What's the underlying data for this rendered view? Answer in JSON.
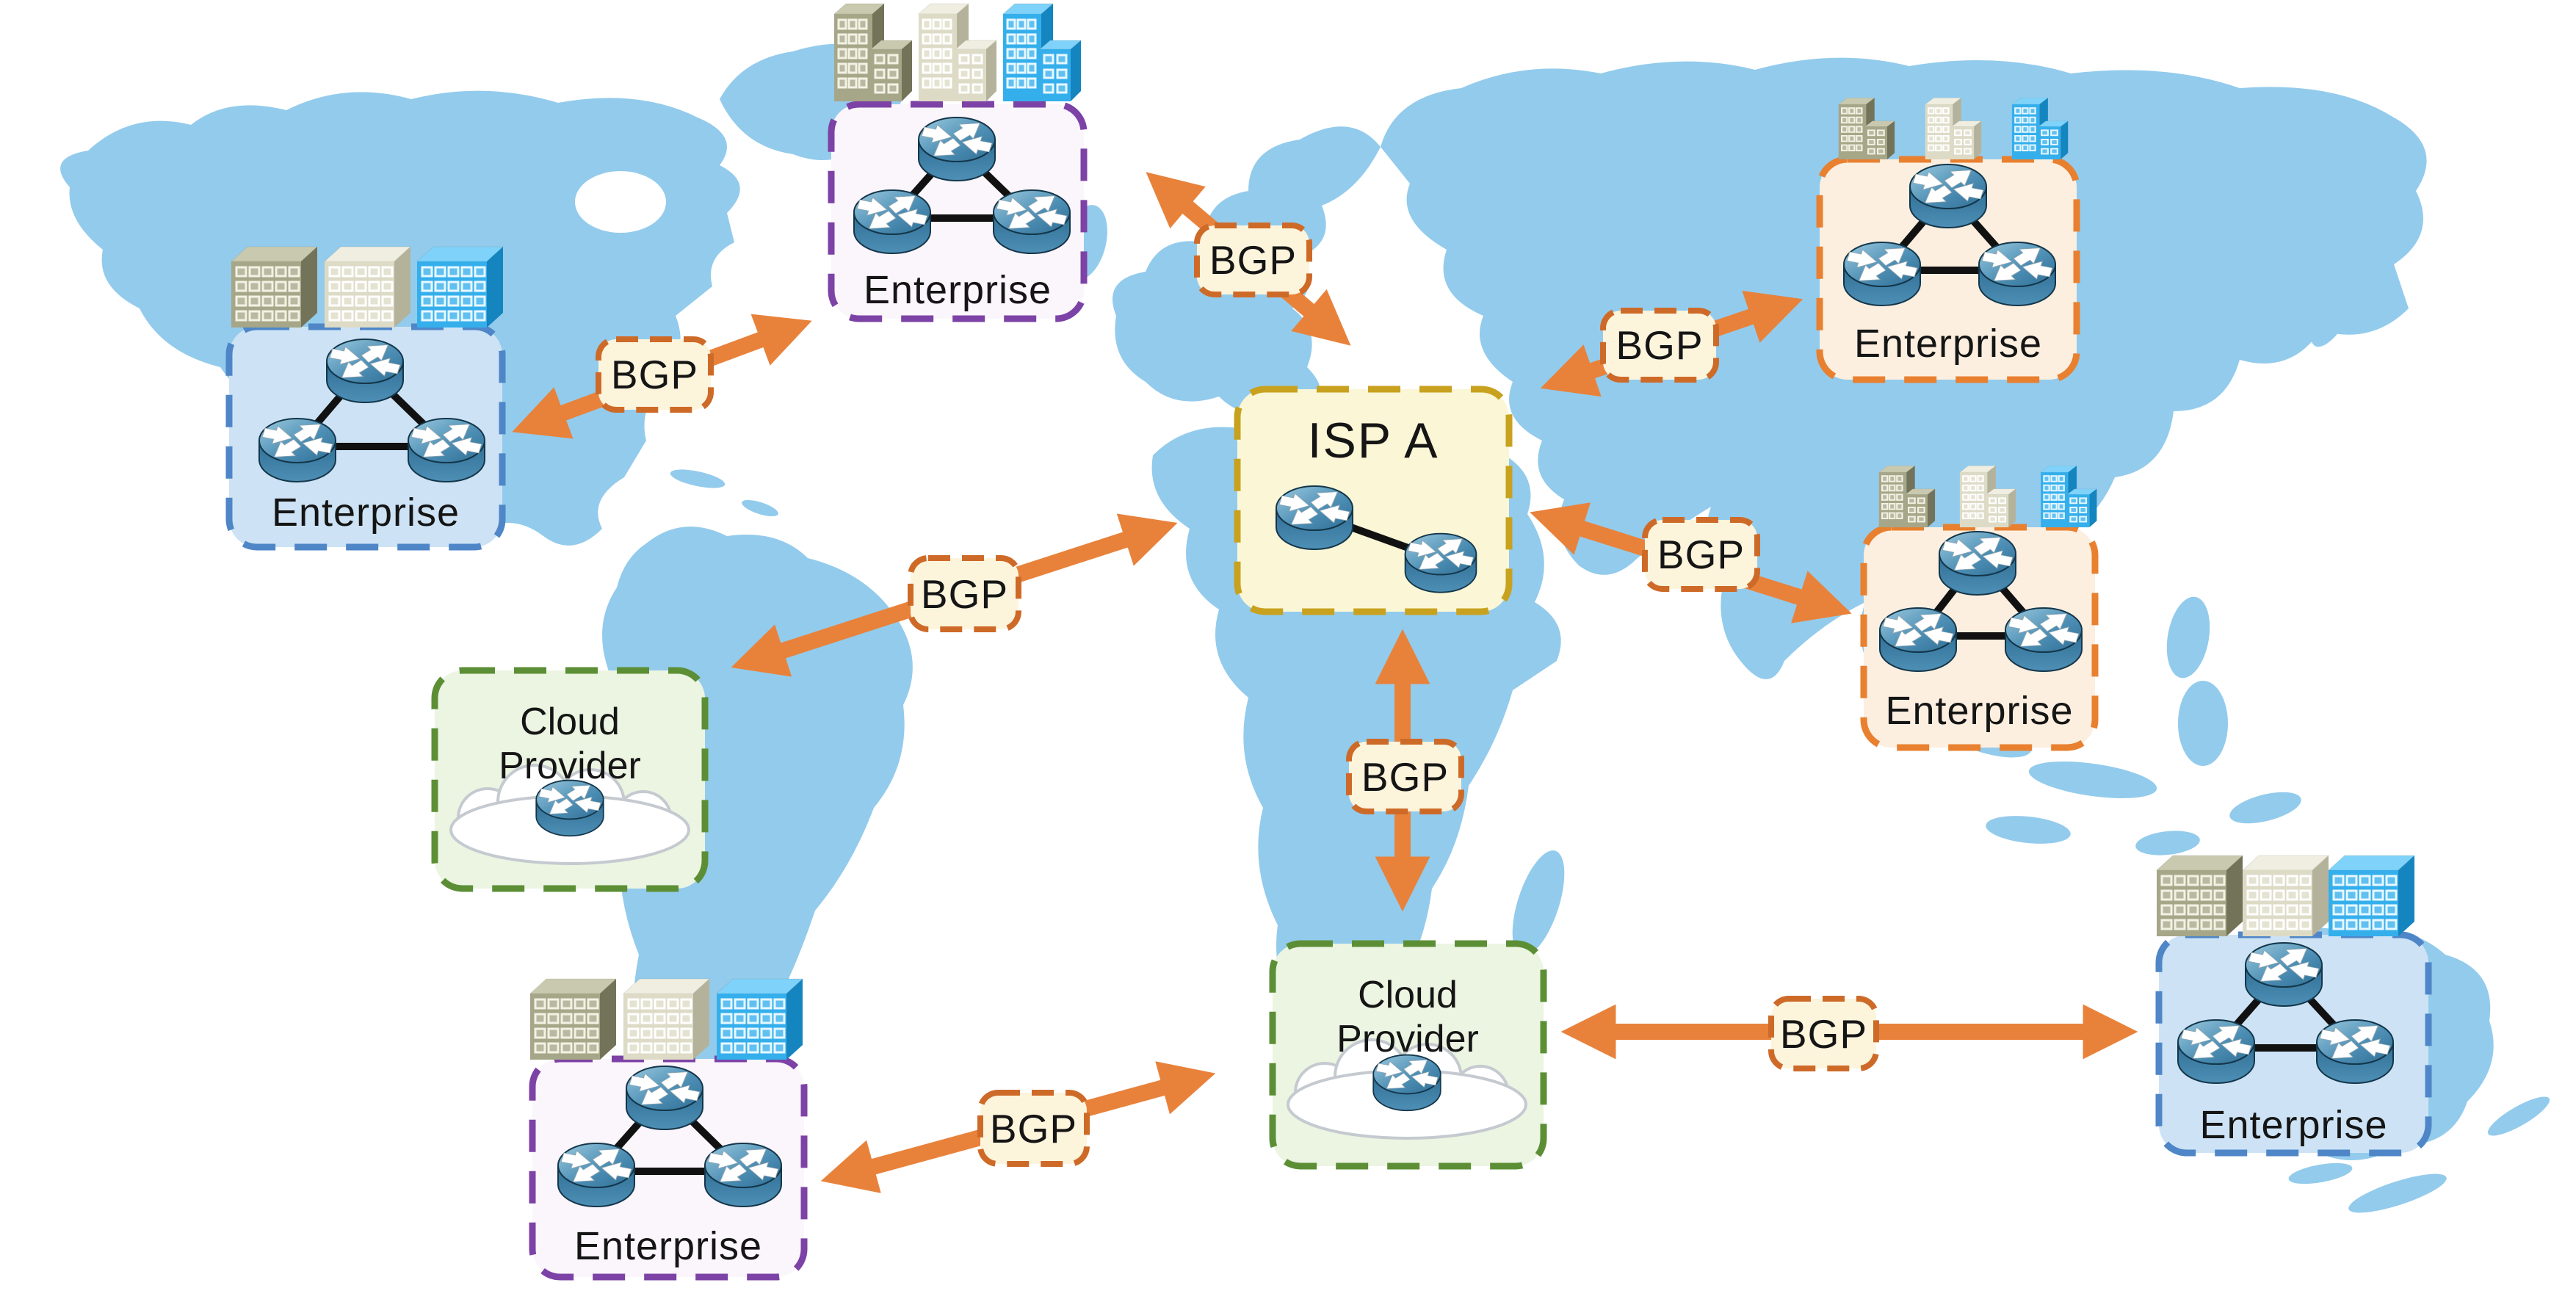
{
  "diagram": {
    "description": "BGP peering topology over a world map",
    "protocol_label": "BGP"
  },
  "nodes": [
    {
      "id": "enterprise-nw",
      "label": "Enterprise",
      "kind": "enterprise",
      "border_color": "#4E86C7",
      "fill_color": "#CDE3F5"
    },
    {
      "id": "enterprise-n",
      "label": "Enterprise",
      "kind": "enterprise",
      "border_color": "#7C42A6",
      "fill_color": "#FBF5FC"
    },
    {
      "id": "enterprise-ne",
      "label": "Enterprise",
      "kind": "enterprise",
      "border_color": "#E8802F",
      "fill_color": "#FCEFE0"
    },
    {
      "id": "enterprise-e",
      "label": "Enterprise",
      "kind": "enterprise",
      "border_color": "#E8802F",
      "fill_color": "#FCEFE0"
    },
    {
      "id": "isp-a",
      "label": "ISP A",
      "kind": "isp",
      "border_color": "#C8A21E",
      "fill_color": "#FAF6D6"
    },
    {
      "id": "cloud-provider-west",
      "label": "Cloud Provider",
      "kind": "cloud-provider",
      "border_color": "#5C8F35",
      "fill_color": "#EBF5E2"
    },
    {
      "id": "cloud-provider-south",
      "label": "Cloud Provider",
      "kind": "cloud-provider",
      "border_color": "#5C8F35",
      "fill_color": "#EBF5E2"
    },
    {
      "id": "enterprise-sw",
      "label": "Enterprise",
      "kind": "enterprise",
      "border_color": "#7C42A6",
      "fill_color": "#FBF5FC"
    },
    {
      "id": "enterprise-se",
      "label": "Enterprise",
      "kind": "enterprise",
      "border_color": "#4E86C7",
      "fill_color": "#CDE3F5"
    }
  ],
  "links": [
    {
      "label": "BGP",
      "from": "enterprise-nw",
      "to": "enterprise-n"
    },
    {
      "label": "BGP",
      "from": "enterprise-n",
      "to": "isp-a"
    },
    {
      "label": "BGP",
      "from": "isp-a",
      "to": "enterprise-ne"
    },
    {
      "label": "BGP",
      "from": "isp-a",
      "to": "enterprise-e"
    },
    {
      "label": "BGP",
      "from": "isp-a",
      "to": "cloud-provider-west"
    },
    {
      "label": "BGP",
      "from": "isp-a",
      "to": "cloud-provider-south"
    },
    {
      "label": "BGP",
      "from": "cloud-provider-south",
      "to": "enterprise-se"
    },
    {
      "label": "BGP",
      "from": "cloud-provider-south",
      "to": "enterprise-sw"
    }
  ],
  "colors": {
    "arrow": "#E8823B",
    "land": "#8FC9EC",
    "bgp_label_fill": "#FDF4DC",
    "bgp_label_border": "#CE6A28",
    "router_link_line": "#111111",
    "text": "#151515",
    "background": "#FFFFFF"
  }
}
